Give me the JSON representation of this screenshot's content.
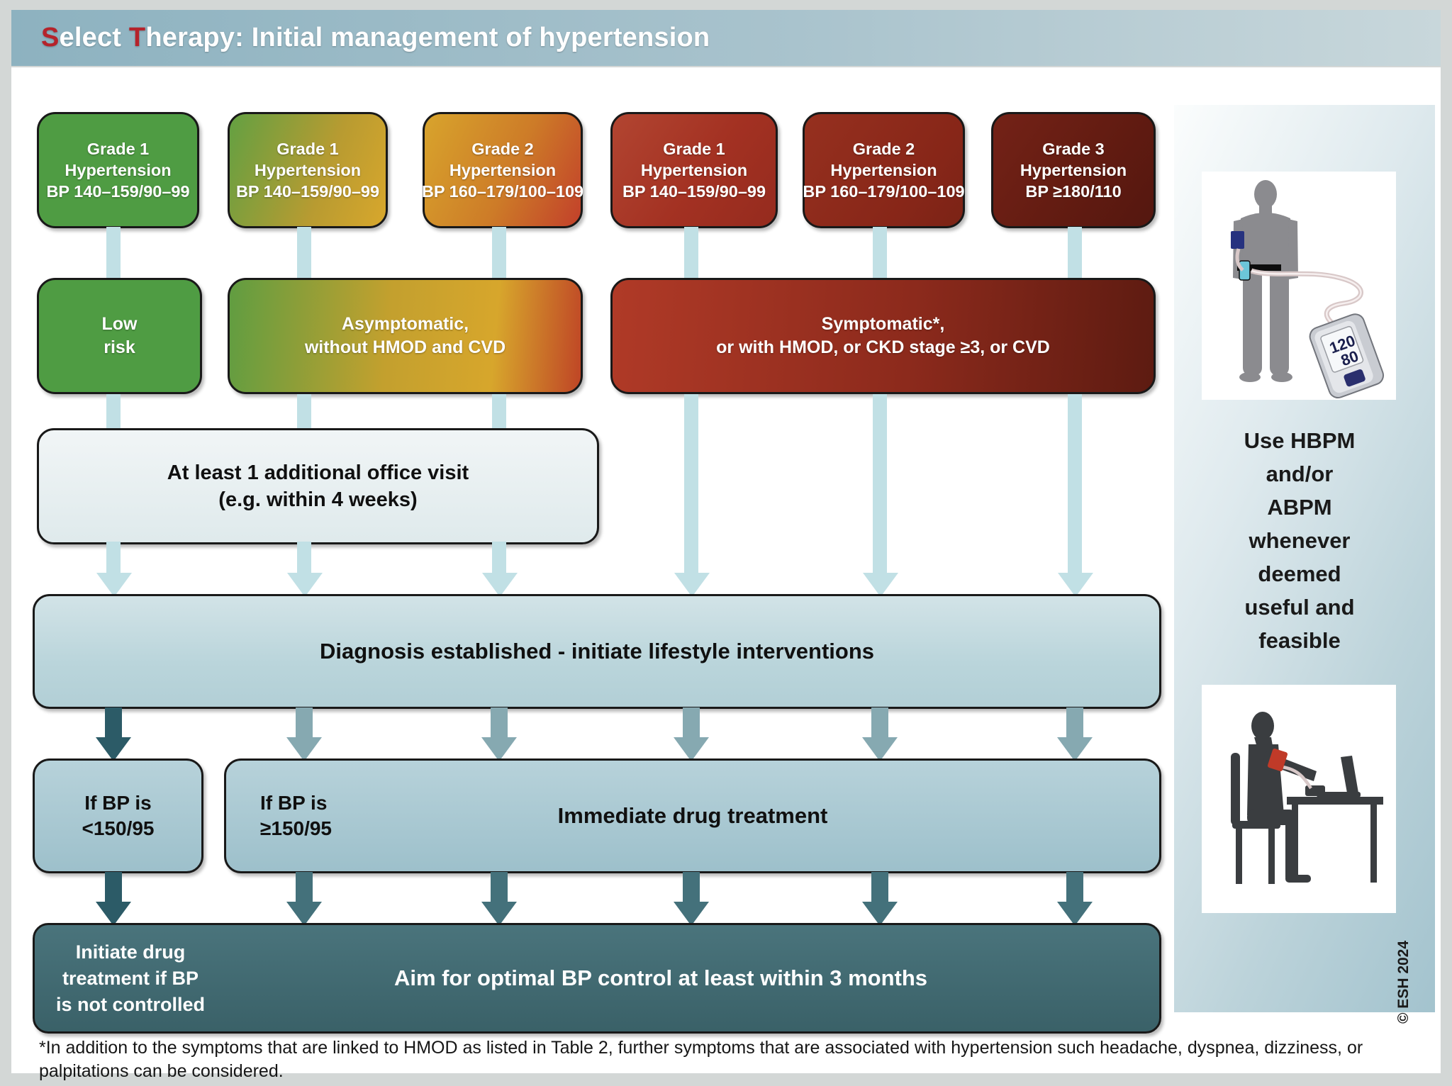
{
  "header": {
    "title_s": "S",
    "title_elect": "elect ",
    "title_t": "T",
    "title_rest": "herapy: Initial management of hypertension"
  },
  "grade_boxes": [
    {
      "grade": "Grade 1",
      "condition": "Hypertension",
      "bp": "BP 140–159/90–99"
    },
    {
      "grade": "Grade 1",
      "condition": "Hypertension",
      "bp": "BP 140–159/90–99"
    },
    {
      "grade": "Grade 2",
      "condition": "Hypertension",
      "bp": "BP 160–179/100–109"
    },
    {
      "grade": "Grade 1",
      "condition": "Hypertension",
      "bp": "BP 140–159/90–99"
    },
    {
      "grade": "Grade 2",
      "condition": "Hypertension",
      "bp": "BP 160–179/100–109"
    },
    {
      "grade": "Grade 3",
      "condition": "Hypertension",
      "bp": "BP ≥180/110"
    }
  ],
  "risk_boxes": {
    "low": {
      "line1": "Low",
      "line2": "risk"
    },
    "asymptomatic": {
      "line1": "Asymptomatic,",
      "line2": "without HMOD and CVD"
    },
    "symptomatic": {
      "line1": "Symptomatic*,",
      "line2": "or with HMOD, or CKD stage ≥3, or CVD"
    }
  },
  "office_visit": {
    "line1": "At least 1 additional office visit",
    "line2": "(e.g. within 4 weeks)"
  },
  "diagnosis": {
    "label": "Diagnosis established - initiate lifestyle interventions"
  },
  "treatment": {
    "bp_low": {
      "line1": "If BP is",
      "line2": "<150/95"
    },
    "bp_high": {
      "line1": "If BP is",
      "line2": "≥150/95"
    },
    "immediate": "Immediate drug treatment"
  },
  "outcome": {
    "left": {
      "line1": "Initiate drug",
      "line2": "treatment if BP",
      "line3": "is not controlled"
    },
    "main": "Aim for optimal BP control at least within 3 months"
  },
  "sidebar": {
    "note_lines": [
      "Use HBPM",
      "and/or",
      "ABPM",
      "whenever",
      "deemed",
      "useful and",
      "feasible"
    ],
    "monitor": {
      "sys": "120",
      "dia": "80"
    },
    "copyright": "© ESH 2024"
  },
  "footnote": {
    "text": "*In addition to the symptoms that are linked to HMOD as listed in Table 2, further symptoms that are associated with hypertension such headache, dyspnea, dizziness, or palpitations can be considered."
  },
  "colors": {
    "accent_red": "#b5232b",
    "green": "#4f9c43",
    "gold": "#d8a72c",
    "orange_red": "#c04727",
    "brick_red": "#a33122",
    "dark_red": "#8e2b1d",
    "maroon": "#6b1f15",
    "teal_dark": "#3f6a70",
    "light_arrow": "#c1e0e5"
  }
}
